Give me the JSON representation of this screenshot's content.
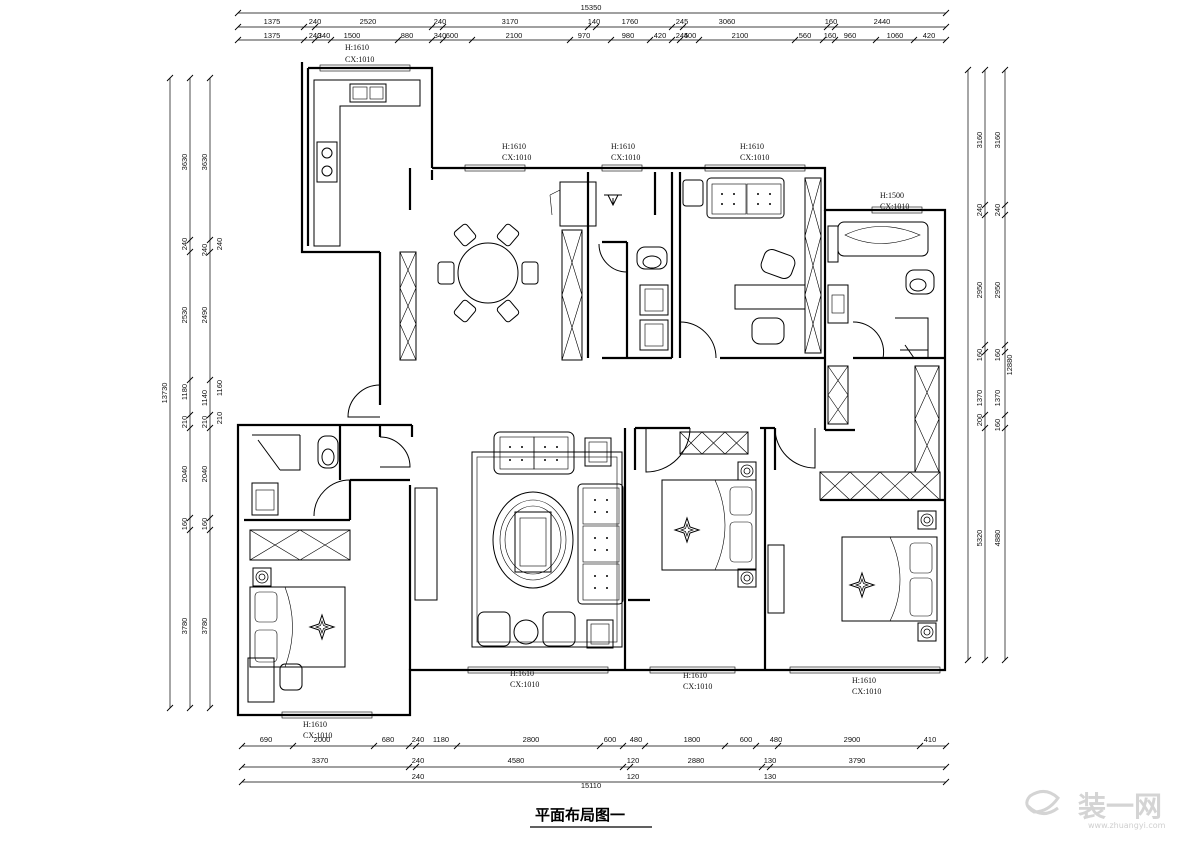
{
  "title": "平面布局图一",
  "watermark": {
    "brand": "装一网",
    "url": "www.zhuangyi.com"
  },
  "top_dims": {
    "overall": "15350",
    "row1": [
      "1375",
      "240",
      "2520",
      "240",
      "3170",
      "140",
      "1760",
      "245",
      "3060",
      "160",
      "2440"
    ],
    "row2": [
      "1375",
      "240",
      "340",
      "1500",
      "880",
      "340",
      "600",
      "2100",
      "970",
      "980",
      "420",
      "245",
      "400",
      "2100",
      "560",
      "160",
      "960",
      "1060",
      "420"
    ]
  },
  "bottom_dims": {
    "overall": "15110",
    "row1": [
      "690",
      "2000",
      "680",
      "240",
      "1180",
      "2800",
      "600",
      "480",
      "1800",
      "600",
      "480",
      "2900",
      "410"
    ],
    "row2": [
      "3370",
      "240",
      "4580",
      "120",
      "2880",
      "130",
      "3790"
    ],
    "row3": [
      "240",
      "120",
      "130"
    ]
  },
  "left_dims": {
    "overall": "13730",
    "outer": [
      "3630",
      "240",
      "2530",
      "1180",
      "210",
      "2040",
      "160",
      "3780"
    ],
    "middle": [
      "3630",
      "240",
      "2490",
      "1140",
      "210",
      "2040",
      "160",
      "3780"
    ],
    "inner": [
      "240",
      "210",
      "1160"
    ]
  },
  "right_dims": {
    "overall": "12880",
    "outer": [
      "3160",
      "240",
      "2950",
      "160",
      "1370",
      "200",
      "5320"
    ],
    "inner": [
      "3160",
      "240",
      "2950",
      "160",
      "1370",
      "160",
      "4880"
    ]
  },
  "window_labels": [
    {
      "h": "H:1610",
      "cx": "CX:1010"
    },
    {
      "h": "H:1610",
      "cx": "CX:1010"
    },
    {
      "h": "H:1610",
      "cx": "CX:1010"
    },
    {
      "h": "H:1610",
      "cx": "CX:1010"
    },
    {
      "h": "H:1500",
      "cx": "CX:1010"
    },
    {
      "h": "H:1610",
      "cx": "CX:1010"
    },
    {
      "h": "H:1610",
      "cx": "CX:1010"
    },
    {
      "h": "H:1610",
      "cx": "CX:1010"
    },
    {
      "h": "H:1610",
      "cx": "CX:1010"
    }
  ]
}
